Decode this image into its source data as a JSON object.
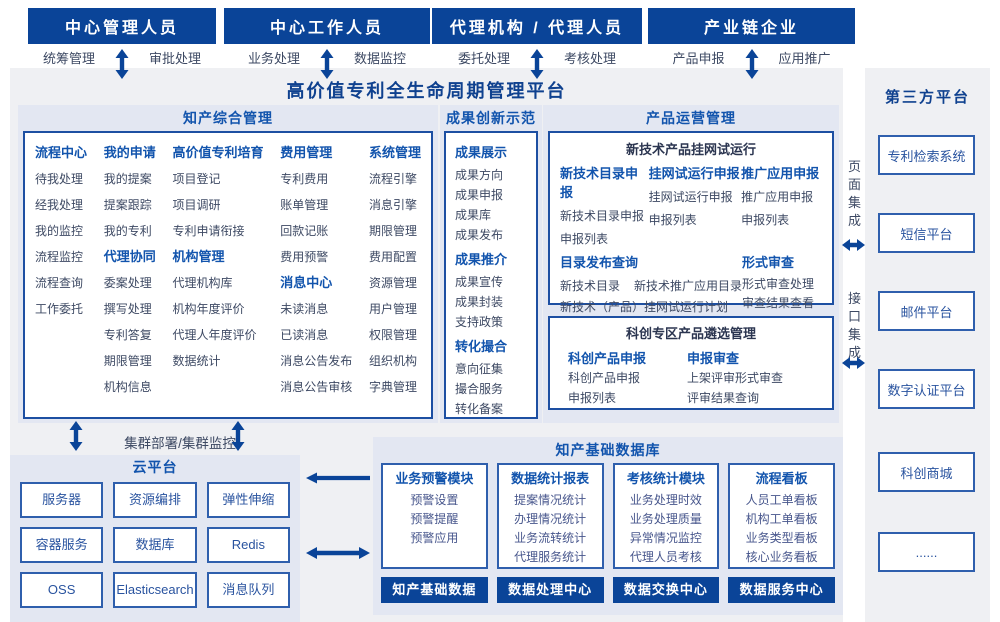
{
  "colors": {
    "navy": "#0a4498",
    "blue": "#1254ad",
    "panel_bg": "#e3e7f2",
    "outer_bg": "#eff0f3",
    "box_border": "#2f5fad",
    "item_text": "#3d4963",
    "white": "#ffffff"
  },
  "actors": [
    {
      "title": "中心管理人员",
      "left": "统筹管理",
      "right": "审批处理"
    },
    {
      "title": "中心工作人员",
      "left": "业务处理",
      "right": "数据监控"
    },
    {
      "title": "代理机构 / 代理人员",
      "left": "委托处理",
      "right": "考核处理"
    },
    {
      "title": "产业链企业",
      "left": "产品申报",
      "right": "应用推广"
    }
  ],
  "platform": {
    "title": "高价值专利全生命周期管理平台",
    "comprehensive": {
      "title": "知产综合管理",
      "columns": [
        {
          "sections": [
            {
              "title": "流程中心",
              "items": [
                "待我处理",
                "经我处理",
                "我的监控",
                "流程监控",
                "流程查询",
                "工作委托"
              ]
            }
          ]
        },
        {
          "sections": [
            {
              "title": "我的申请",
              "items": [
                "我的提案",
                "提案跟踪",
                "我的专利"
              ]
            },
            {
              "title": "代理协同",
              "items": [
                "委案处理",
                "撰写处理",
                "专利答复",
                "期限管理",
                "机构信息"
              ]
            }
          ]
        },
        {
          "sections": [
            {
              "title": "高价值专利培育",
              "items": [
                "项目登记",
                "项目调研",
                "专利申请衔接"
              ]
            },
            {
              "title": "机构管理",
              "items": [
                "代理机构库",
                "机构年度评价",
                "代理人年度评价",
                "数据统计"
              ]
            }
          ]
        },
        {
          "sections": [
            {
              "title": "费用管理",
              "items": [
                "专利费用",
                "账单管理",
                "回款记账",
                "费用预警"
              ]
            },
            {
              "title": "消息中心",
              "items": [
                "未读消息",
                "已读消息",
                "消息公告发布",
                "消息公告审核"
              ]
            }
          ]
        },
        {
          "sections": [
            {
              "title": "系统管理",
              "items": [
                "流程引擎",
                "消息引擎",
                "期限管理",
                "费用配置",
                "资源管理",
                "用户管理",
                "权限管理",
                "组织机构",
                "字典管理"
              ]
            }
          ]
        }
      ]
    },
    "innovation": {
      "title": "成果创新示范",
      "sections": [
        {
          "title": "成果展示",
          "items": [
            "成果方向",
            "成果申报",
            "成果库",
            "成果发布"
          ]
        },
        {
          "title": "成果推介",
          "items": [
            "成果宣传",
            "成果封装",
            "支持政策"
          ]
        },
        {
          "title": "转化撮合",
          "items": [
            "意向征集",
            "撮合服务",
            "转化备案"
          ]
        }
      ]
    },
    "operation": {
      "title": "产品运营管理",
      "group1": {
        "title": "新技术产品挂网试运行",
        "columns": [
          {
            "title": "新技术目录申报",
            "items": [
              "新技术目录申报",
              "申报列表"
            ]
          },
          {
            "title": "挂网试运行申报",
            "items": [
              "挂网试运行申报",
              "申报列表"
            ]
          },
          {
            "title": "推广应用申报",
            "items": [
              "推广应用申报",
              "申报列表"
            ]
          }
        ],
        "catalog": {
          "title": "目录发布查询",
          "row1": [
            "新技术目录",
            "新技术推广应用目录"
          ],
          "row2": "新技术（产品）挂网试运行计划"
        },
        "review": {
          "title": "形式审查",
          "items": [
            "形式审查处理",
            "审查结果查看"
          ]
        }
      },
      "group2": {
        "title": "科创专区产品遴选管理",
        "columns": [
          {
            "title": "科创产品申报",
            "items": [
              "科创产品申报",
              "申报列表"
            ]
          },
          {
            "title": "申报审查",
            "items": [
              "上架评审形式审查",
              "评审结果查询"
            ]
          }
        ]
      }
    }
  },
  "cluster": {
    "label": "集群部署/集群监控"
  },
  "cloud": {
    "title": "云平台",
    "items": [
      "服务器",
      "资源编排",
      "弹性伸缩",
      "容器服务",
      "数据库",
      "Redis",
      "OSS",
      "Elasticsearch",
      "消息队列"
    ]
  },
  "database": {
    "title": "知产基础数据库",
    "modules": [
      {
        "title": "业务预警模块",
        "items": [
          "预警设置",
          "预警提醒",
          "预警应用"
        ]
      },
      {
        "title": "数据统计报表",
        "items": [
          "提案情况统计",
          "办理情况统计",
          "业务流转统计",
          "代理服务统计"
        ]
      },
      {
        "title": "考核统计模块",
        "items": [
          "业务处理时效",
          "业务处理质量",
          "异常情况监控",
          "代理人员考核"
        ]
      },
      {
        "title": "流程看板",
        "items": [
          "人员工单看板",
          "机构工单看板",
          "业务类型看板",
          "核心业务看板"
        ]
      }
    ],
    "centers": [
      "知产基础数据",
      "数据处理中心",
      "数据交换中心",
      "数据服务中心"
    ]
  },
  "integration": {
    "page": "页面集成",
    "api": "接口集成"
  },
  "thirdparty": {
    "title": "第三方平台",
    "items": [
      "专利检索系统",
      "短信平台",
      "邮件平台",
      "数字认证平台",
      "科创商城",
      "......"
    ]
  }
}
